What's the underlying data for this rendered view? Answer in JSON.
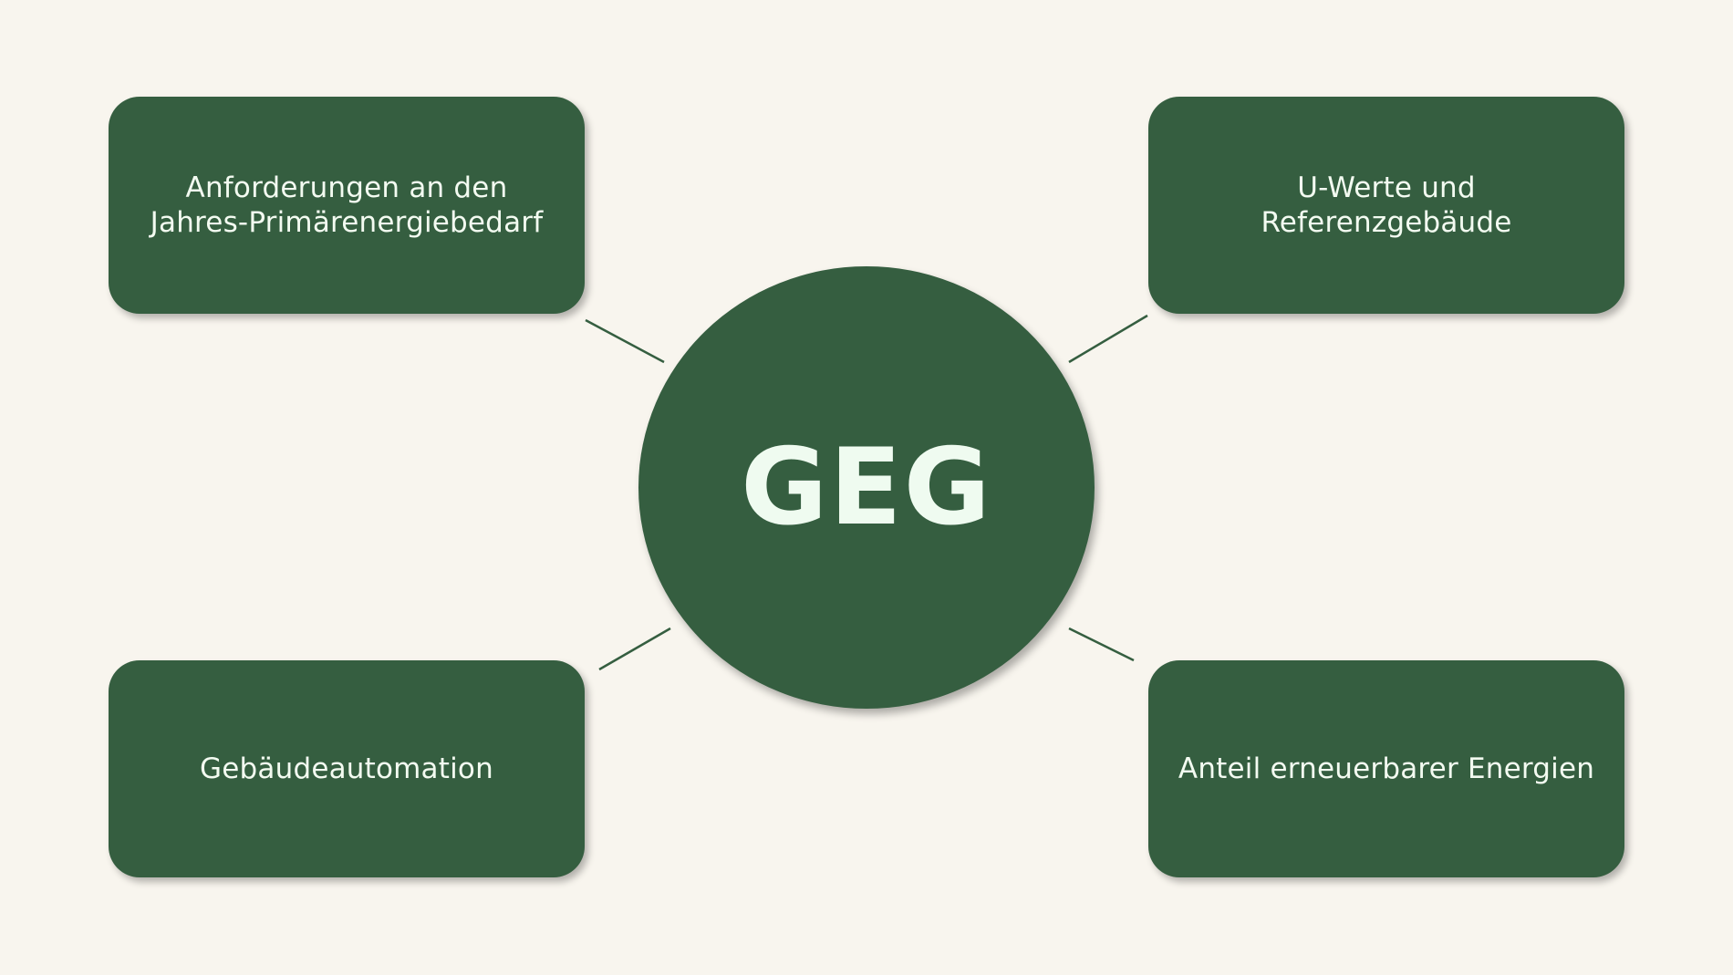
{
  "diagram": {
    "center": {
      "label": "GEG"
    },
    "topics": {
      "top_left": "Anforderungen an den\nJahres-Primärenergiebedarf",
      "top_right": "U-Werte und\nReferenzgebäude",
      "bottom_left": "Gebäudeautomation",
      "bottom_right": "Anteil erneuerbarer Energien"
    }
  },
  "colors": {
    "background": "#f8f5ee",
    "node_fill": "#355e40",
    "text": "#f3fbf1"
  }
}
